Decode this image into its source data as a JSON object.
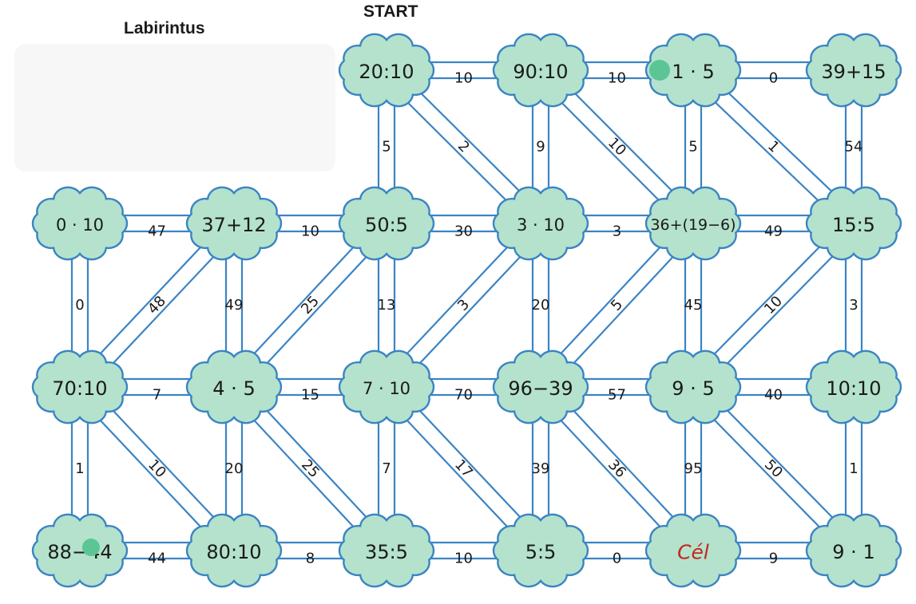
{
  "header": {
    "title": "Labirintus",
    "start_label": "START"
  },
  "nodes": [
    [
      null,
      null,
      "20:10",
      "90:10",
      "1 · 5",
      "39+15"
    ],
    [
      "0 · 10",
      "37+12",
      "50:5",
      "3 · 10",
      "36+(19−6)",
      "15:5"
    ],
    [
      "70:10",
      "4 · 5",
      "7 · 10",
      "96−39",
      "9 · 5",
      "10:10"
    ],
    [
      "88−44",
      "80:10",
      "35:5",
      "5:5",
      "Cél",
      "9 · 1"
    ]
  ],
  "goal_node": "Cél",
  "horizontal_edges": [
    [
      null,
      null,
      "10",
      "10",
      "0"
    ],
    [
      "47",
      "10",
      "30",
      "3",
      "49"
    ],
    [
      "7",
      "15",
      "70",
      "57",
      "40"
    ],
    [
      "44",
      "8",
      "10",
      "0",
      "9"
    ]
  ],
  "vertical_edges": [
    [
      null,
      null,
      "5",
      "9",
      "5",
      "54"
    ],
    [
      "0",
      "49",
      "13",
      "20",
      "45",
      "3"
    ],
    [
      "1",
      "20",
      "7",
      "39",
      "95",
      "1"
    ]
  ],
  "diagonal_edges": [
    {
      "from": [
        0,
        2
      ],
      "to": [
        1,
        3
      ],
      "label": "2"
    },
    {
      "from": [
        0,
        3
      ],
      "to": [
        1,
        4
      ],
      "label": "10"
    },
    {
      "from": [
        0,
        4
      ],
      "to": [
        1,
        5
      ],
      "label": "1"
    },
    {
      "from": [
        2,
        0
      ],
      "to": [
        1,
        1
      ],
      "label": "48"
    },
    {
      "from": [
        2,
        1
      ],
      "to": [
        1,
        2
      ],
      "label": "25"
    },
    {
      "from": [
        2,
        2
      ],
      "to": [
        1,
        3
      ],
      "label": "3"
    },
    {
      "from": [
        2,
        3
      ],
      "to": [
        1,
        4
      ],
      "label": "5"
    },
    {
      "from": [
        2,
        4
      ],
      "to": [
        1,
        5
      ],
      "label": "10"
    },
    {
      "from": [
        2,
        0
      ],
      "to": [
        3,
        1
      ],
      "label": "10"
    },
    {
      "from": [
        2,
        1
      ],
      "to": [
        3,
        2
      ],
      "label": "25"
    },
    {
      "from": [
        2,
        2
      ],
      "to": [
        3,
        3
      ],
      "label": "17"
    },
    {
      "from": [
        2,
        3
      ],
      "to": [
        3,
        4
      ],
      "label": "36"
    },
    {
      "from": [
        2,
        4
      ],
      "to": [
        3,
        5
      ],
      "label": "50"
    }
  ],
  "colors": {
    "cloud_fill": "#b4e2cc",
    "cloud_outline": "#3b84c4",
    "road": "#3b84c4",
    "road_fill": "#ffffff",
    "goal_text": "#c4281c",
    "text": "#1a1a1a",
    "dot": "#5cc595"
  }
}
